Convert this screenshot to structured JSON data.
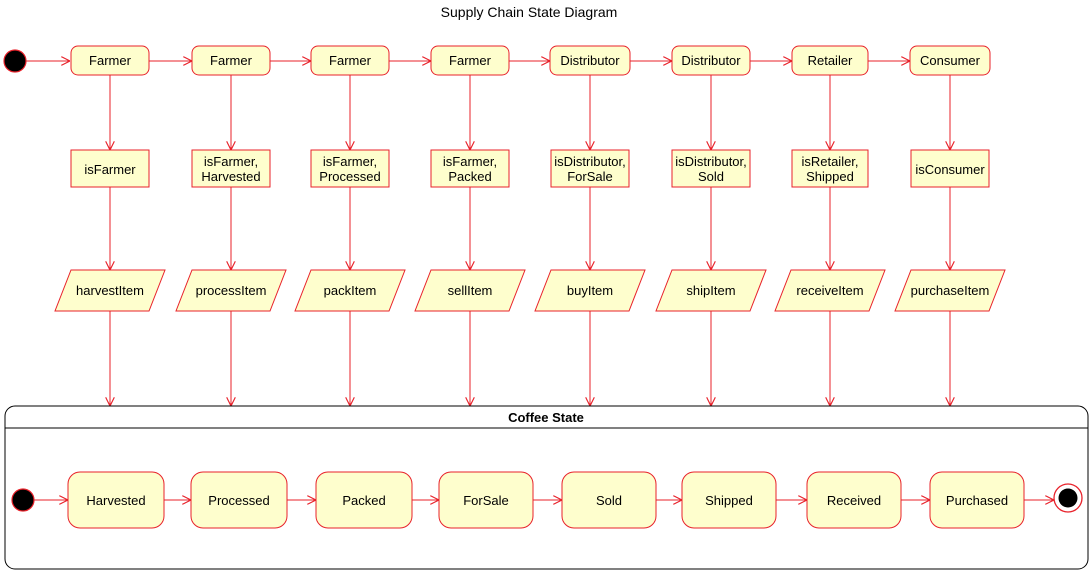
{
  "title": "Supply Chain State Diagram",
  "colors": {
    "stroke": "#e8212a",
    "fill": "#fefecd",
    "text": "#000000",
    "black": "#000000"
  },
  "roles": [
    "Farmer",
    "Farmer",
    "Farmer",
    "Farmer",
    "Distributor",
    "Distributor",
    "Retailer",
    "Consumer"
  ],
  "checks": [
    [
      "isFarmer"
    ],
    [
      "isFarmer,",
      "Harvested"
    ],
    [
      "isFarmer,",
      "Processed"
    ],
    [
      "isFarmer,",
      "Packed"
    ],
    [
      "isDistributor,",
      "ForSale"
    ],
    [
      "isDistributor,",
      "Sold"
    ],
    [
      "isRetailer,",
      "Shipped"
    ],
    [
      "isConsumer"
    ]
  ],
  "actions": [
    "harvestItem",
    "processItem",
    "packItem",
    "sellItem",
    "buyItem",
    "shipItem",
    "receiveItem",
    "purchaseItem"
  ],
  "composite": {
    "title": "Coffee State",
    "states": [
      "Harvested",
      "Processed",
      "Packed",
      "ForSale",
      "Sold",
      "Shipped",
      "Received",
      "Purchased"
    ]
  }
}
